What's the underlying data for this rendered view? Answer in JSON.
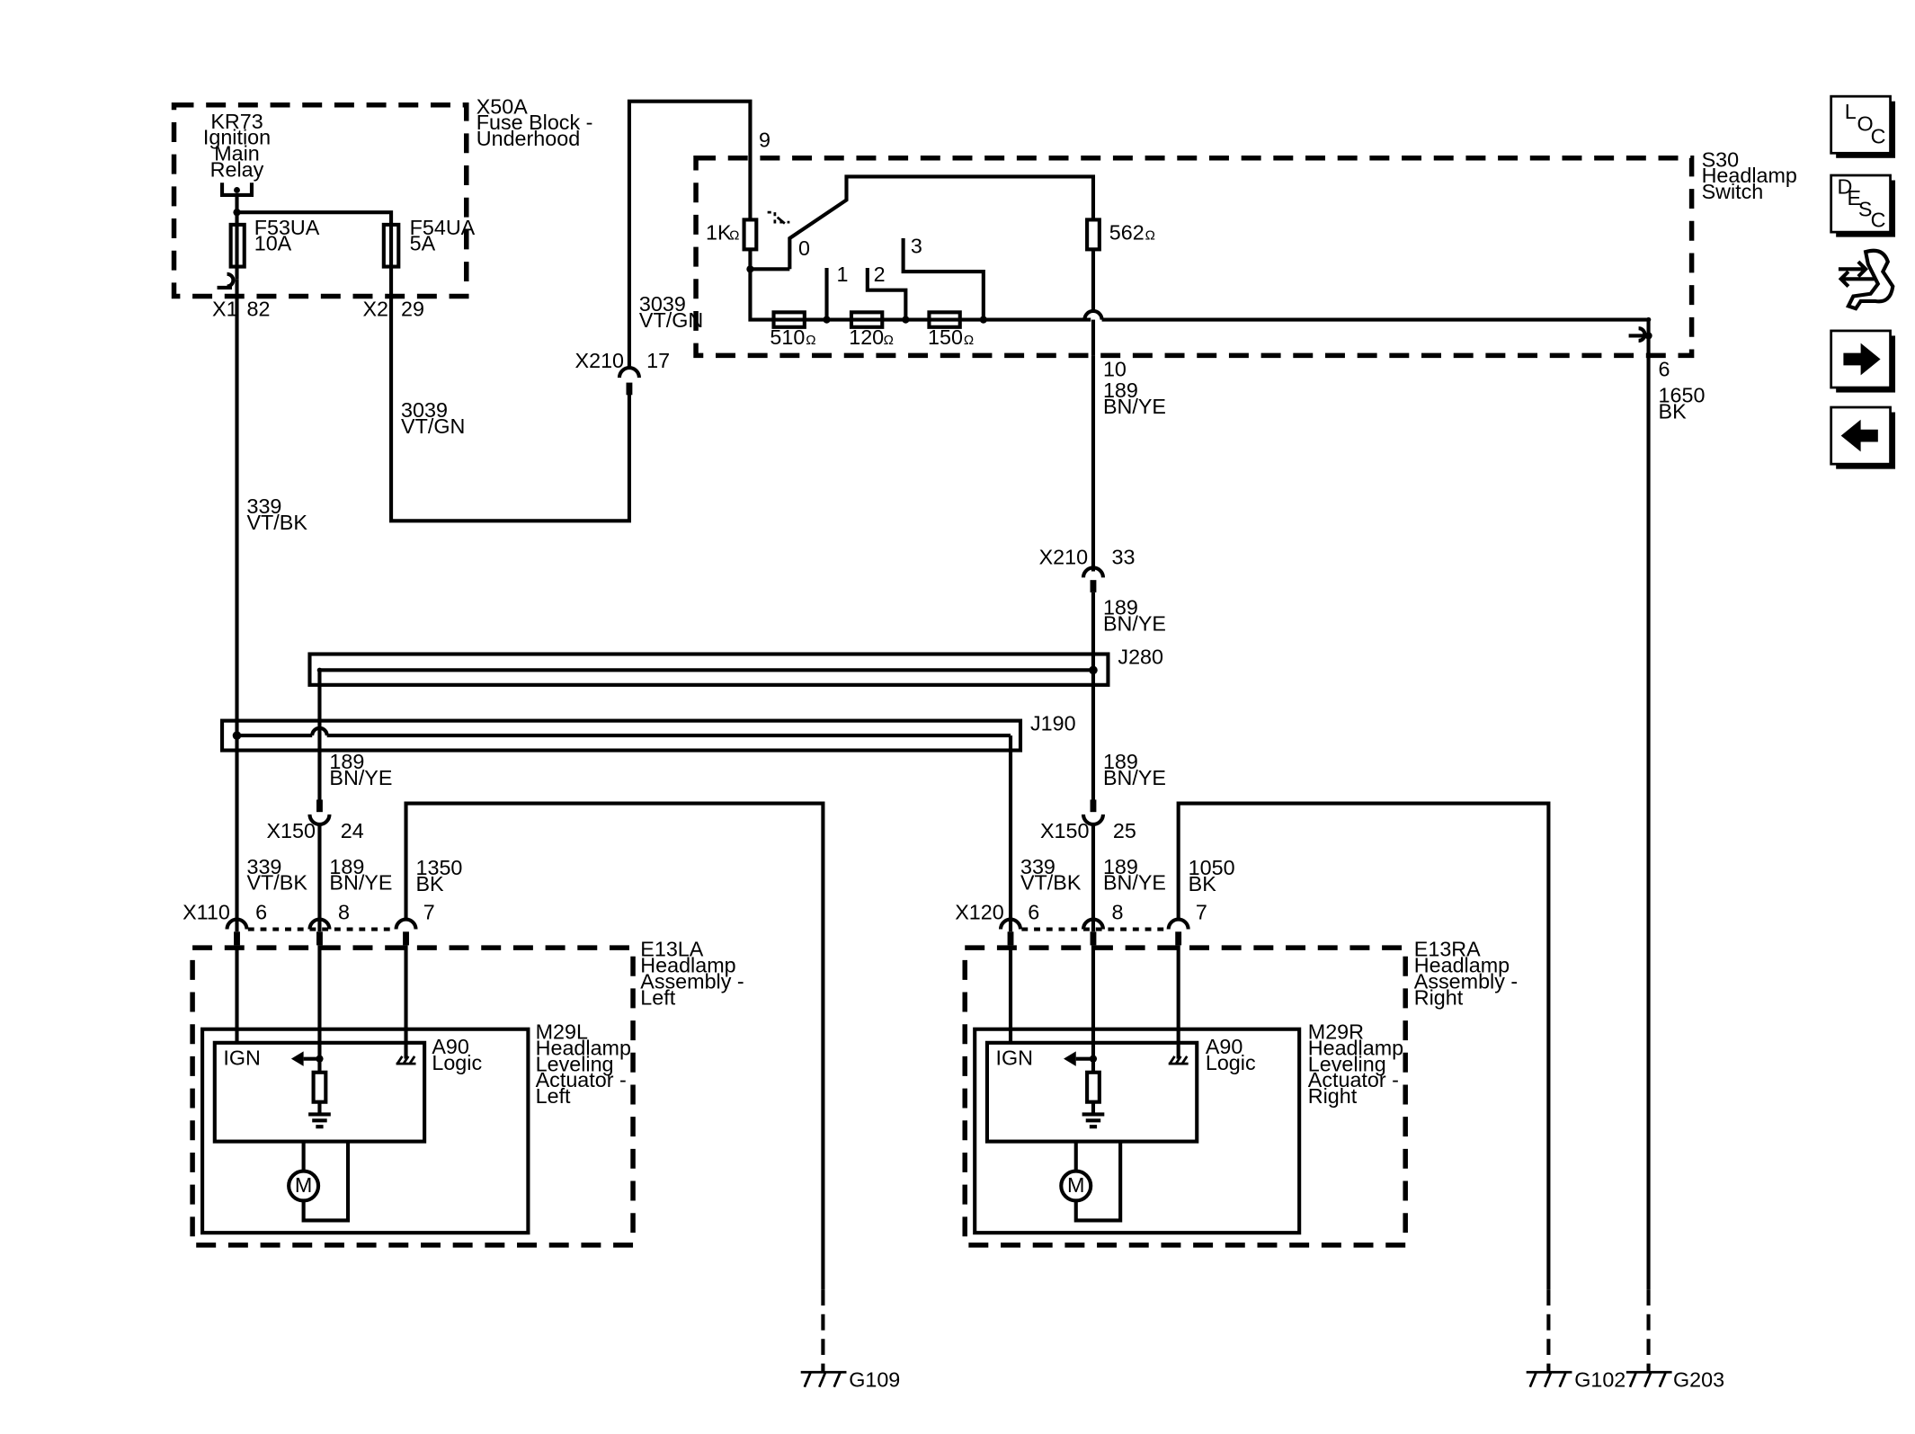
{
  "relay": {
    "id": "KR73",
    "name1": "Ignition",
    "name2": "Main",
    "name3": "Relay"
  },
  "fuse_block": {
    "id": "X50A",
    "name1": "Fuse Block -",
    "name2": "Underhood"
  },
  "fuses": [
    {
      "id": "F53UA",
      "rating": "10A"
    },
    {
      "id": "F54UA",
      "rating": "5A"
    }
  ],
  "fuse_block_pins": [
    {
      "conn": "X1",
      "pin": "82"
    },
    {
      "conn": "X2",
      "pin": "29"
    }
  ],
  "switch": {
    "id": "S30",
    "name1": "Headlamp",
    "name2": "Switch",
    "pin_in": "9",
    "pin_out": "10",
    "pin_ground": "6",
    "resistors": [
      {
        "value": "1K",
        "unit": "Ω"
      },
      {
        "value": "562",
        "unit": "Ω"
      },
      {
        "value": "510",
        "unit": "Ω"
      },
      {
        "value": "120",
        "unit": "Ω"
      },
      {
        "value": "150",
        "unit": "Ω"
      }
    ],
    "positions": [
      "0",
      "1",
      "2",
      "3"
    ]
  },
  "wires": {
    "w3039_a": {
      "circuit": "3039",
      "color": "VT/GN"
    },
    "w3039_b": {
      "circuit": "3039",
      "color": "VT/GN"
    },
    "w339_main": {
      "circuit": "339",
      "color": "VT/BK"
    },
    "w189_a": {
      "circuit": "189",
      "color": "BN/YE"
    },
    "w189_b": {
      "circuit": "189",
      "color": "BN/YE"
    },
    "w1650": {
      "circuit": "1650",
      "color": "BK"
    },
    "w189_left_upper": {
      "circuit": "189",
      "color": "BN/YE"
    },
    "w189_right_upper": {
      "circuit": "189",
      "color": "BN/YE"
    },
    "w339_left": {
      "circuit": "339",
      "color": "VT/BK"
    },
    "w189_left": {
      "circuit": "189",
      "color": "BN/YE"
    },
    "w1350": {
      "circuit": "1350",
      "color": "BK"
    },
    "w339_right": {
      "circuit": "339",
      "color": "VT/BK"
    },
    "w189_right": {
      "circuit": "189",
      "color": "BN/YE"
    },
    "w1050": {
      "circuit": "1050",
      "color": "BK"
    }
  },
  "connectors": {
    "x210_top": {
      "id": "X210",
      "pin": "17"
    },
    "x210_mid": {
      "id": "X210",
      "pin": "33"
    },
    "x150_left": {
      "id": "X150",
      "pin": "24"
    },
    "x150_right": {
      "id": "X150",
      "pin": "25"
    },
    "x110": {
      "id": "X110",
      "pins": [
        "6",
        "8",
        "7"
      ]
    },
    "x120": {
      "id": "X120",
      "pins": [
        "6",
        "8",
        "7"
      ]
    }
  },
  "splices": {
    "j280": "J280",
    "j190": "J190"
  },
  "left_assembly": {
    "id": "E13LA",
    "name1": "Headlamp",
    "name2": "Assembly -",
    "name3": "Left",
    "actuator": {
      "id": "M29L",
      "name1": "Headlamp",
      "name2": "Leveling",
      "name3": "Actuator -",
      "name4": "Left"
    },
    "logic": {
      "id": "A90",
      "name": "Logic",
      "ign": "IGN"
    },
    "motor": "M"
  },
  "right_assembly": {
    "id": "E13RA",
    "name1": "Headlamp",
    "name2": "Assembly -",
    "name3": "Right",
    "actuator": {
      "id": "M29R",
      "name1": "Headlamp",
      "name2": "Leveling",
      "name3": "Actuator -",
      "name4": "Right"
    },
    "logic": {
      "id": "A90",
      "name": "Logic",
      "ign": "IGN"
    },
    "motor": "M"
  },
  "grounds": [
    "G109",
    "G102",
    "G203"
  ],
  "nav": {
    "loc": [
      "L",
      "O",
      "C"
    ],
    "desc": [
      "D",
      "E",
      "S",
      "C"
    ]
  }
}
